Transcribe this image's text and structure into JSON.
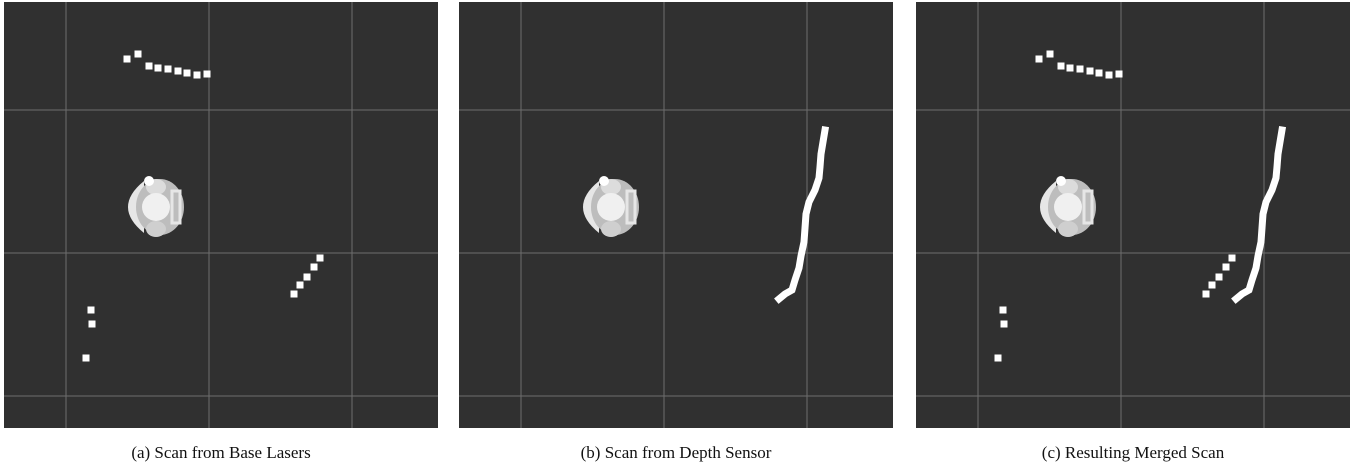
{
  "figure": {
    "panels": [
      {
        "id": "a",
        "caption": "(a) Scan from Base Lasers",
        "show_base_points": true,
        "show_depth_line": false
      },
      {
        "id": "b",
        "caption": "(b) Scan from Depth Sensor",
        "show_base_points": false,
        "show_depth_line": true
      },
      {
        "id": "c",
        "caption": "(c) Resulting Merged Scan",
        "show_base_points": true,
        "show_depth_line": true
      }
    ]
  },
  "colors": {
    "background": "#303030",
    "grid": "#6e6e6e",
    "scan_point": "#ffffff",
    "robot": "#e6e6e6"
  }
}
